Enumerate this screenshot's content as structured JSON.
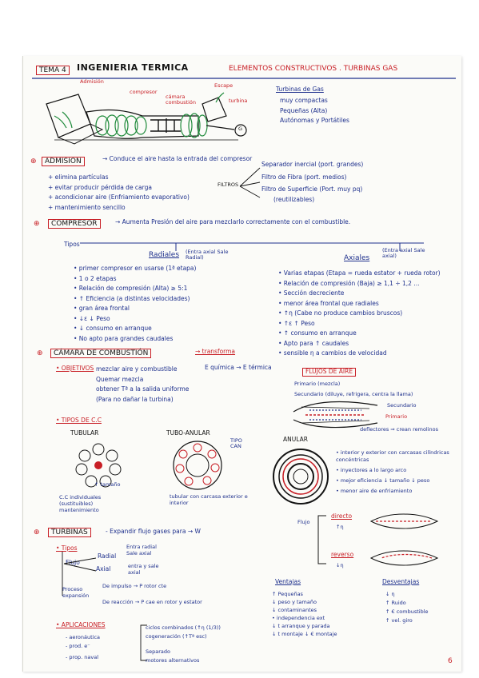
{
  "header": {
    "tema": "TEMA 4",
    "title": "INGENIERIA TERMICA",
    "subtitle": "ELEMENTOS CONSTRUCTIVOS . TURBINAS GAS"
  },
  "diagram": {
    "admision": "Admisión",
    "compresor": "compresor",
    "camara": "cámara combustión",
    "escape": "Escape",
    "turbina": "turbina",
    "generator": "G"
  },
  "turbinas_gas": {
    "title": "Turbinas de Gas",
    "items": [
      "muy compactas",
      "Pequeñas (Alta)",
      "Autónomas y Portátiles"
    ]
  },
  "admision": {
    "label": "ADMISION",
    "desc": "→ Conduce el aire hasta la entrada del compresor",
    "items": [
      "+ elimina partículas",
      "+ evitar producir pérdida de carga",
      "+ acondicionar aire (Enfriamiento evaporativo)",
      "+ mantenimiento sencillo"
    ],
    "filtros_label": "FILTROS",
    "filtros": [
      "Separador inercial (port. grandes)",
      "Filtro de Fibra (port. medios)",
      "Filtro de Superficie (Port. muy pq)"
    ],
    "filtros_note": "(reutilizables)"
  },
  "compresor": {
    "label": "COMPRESOR",
    "desc": "→ Aumenta Presión del aire para mezclarlo correctamente con el combustible.",
    "tipos": "Tipos",
    "radiales_title": "Radiales",
    "radiales_note": "(Entra axial Sale Radial)",
    "radiales": [
      "• primer compresor en usarse (1ª etapa)",
      "• 1 o 2 etapas",
      "• Relación de compresión (Alta) ≥ 5:1",
      "• ↑ Eficiencia (a distintas velocidades)",
      "• gran área frontal",
      "• ↓ε ↓ Peso",
      "• ↓ consumo en arranque",
      "• No apto para grandes caudales"
    ],
    "axiales_title": "Axiales",
    "axiales_note": "(Entra axial Sale axial)",
    "axiales": [
      "• Varias etapas (Etapa = rueda estator + rueda rotor)",
      "• Relación de compresión (Baja) ≥ 1,1 ÷ 1,2 ...",
      "• Sección decreciente",
      "• menor área frontal que radiales",
      "• ↑η (Cabe no produce cambios bruscos)",
      "• ↑ε ↑ Peso",
      "• ↑ consumo en arranque",
      "• Apto para ↑ caudales",
      "• sensible η a cambios de velocidad"
    ]
  },
  "camara": {
    "label": "CÁMARA DE COMBUSTIÓN",
    "desc": "→ transforma",
    "transform": "E química → E térmica",
    "objetivos": "• OBJETIVOS",
    "obj_items": [
      "mezclar aire y combustible",
      "Quemar mezcla",
      "obtener Tª a la salida uniforme",
      "(Para no dañar la turbina)"
    ],
    "flujos_title": "FLUJOS DE AIRE",
    "flujos": [
      "Primario (mezcla)",
      "Secundario (diluye, refrigera, centra la llama)"
    ],
    "flujos_legend": [
      "Secundario",
      "Primario"
    ],
    "deflectores": "deflectores ⇒ crean remolinos",
    "tipos_title": "• TIPOS DE C.C",
    "tubular": "TUBULAR",
    "tubo_anular": "TUBO-ANULAR",
    "tipo_can": "TIPO CAN",
    "anular": "ANULAR",
    "tubular_note1": "↑ tamaño",
    "tubular_note2": "C.C individuales (sustituibles) mantenimiento",
    "tubo_note": "tubular con carcasa exterior e interior",
    "anular_notes": [
      "• interior y exterior con carcasas cilíndricas concéntricas",
      "• inyectores a lo largo arco",
      "• mejor eficiencia ↓ tamaño ↓ peso",
      "• menor aire de enfriamiento"
    ],
    "flujo": "Flujo",
    "directo": "directo",
    "directo_sub": "↑η",
    "reverso": "reverso",
    "reverso_sub": "↓η"
  },
  "turbinas": {
    "label": "TURBINAS",
    "desc": "- Expandir flujo gases para → W",
    "tipos": "• Tipos",
    "flujo": "Flujo",
    "radial": "Radial",
    "radial_note": "Entra radial Sale axial",
    "axial": "Axial",
    "axial_note": "entra y sale axial",
    "proceso": "Proceso expansión",
    "impulso": "De impulso → P rotor cte",
    "reaccion": "De reacción → P cae en rotor y estator",
    "ventajas_title": "Ventajas",
    "ventajas": [
      "↑ Pequeñas",
      "↓ peso y tamaño",
      "↓ contaminantes",
      "• independencia ext",
      "↓ t arranque y parada",
      "↓ t montaje ↓ € montaje"
    ],
    "desventajas_title": "Desventajas",
    "desventajas": [
      "↓ η",
      "↑ Ruido",
      "↑ € combustible",
      "↑ vel. giro"
    ],
    "aplicaciones": "• APLICACIONES",
    "apps": [
      "- aeronáutica",
      "- prod. e⁻",
      "- prop. naval"
    ],
    "apps_right": [
      "ciclos combinados (↑η (1/3))",
      "cogeneración (↑Tª esc)",
      "Separado",
      "motores alternativos"
    ]
  },
  "page_number": "6"
}
